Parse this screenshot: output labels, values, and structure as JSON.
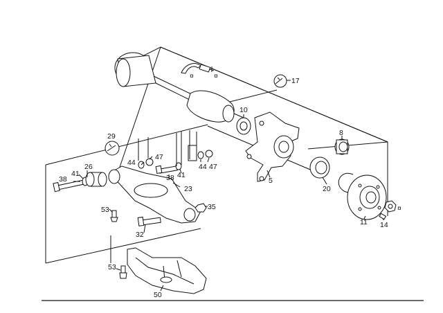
{
  "callouts": {
    "c5": "5",
    "c8": "8",
    "c10": "10",
    "c11": "11",
    "c14": "14",
    "c17": "17",
    "c20": "20",
    "c23": "23",
    "c26": "26",
    "c29": "29",
    "c32": "32",
    "c35": "35",
    "c38a": "38",
    "c38b": "38",
    "c41a": "41",
    "c41b": "41",
    "c44a": "44",
    "c44b": "44",
    "c47a": "47",
    "c47b": "47",
    "c50": "50",
    "c53a": "53",
    "c53b": "53"
  }
}
